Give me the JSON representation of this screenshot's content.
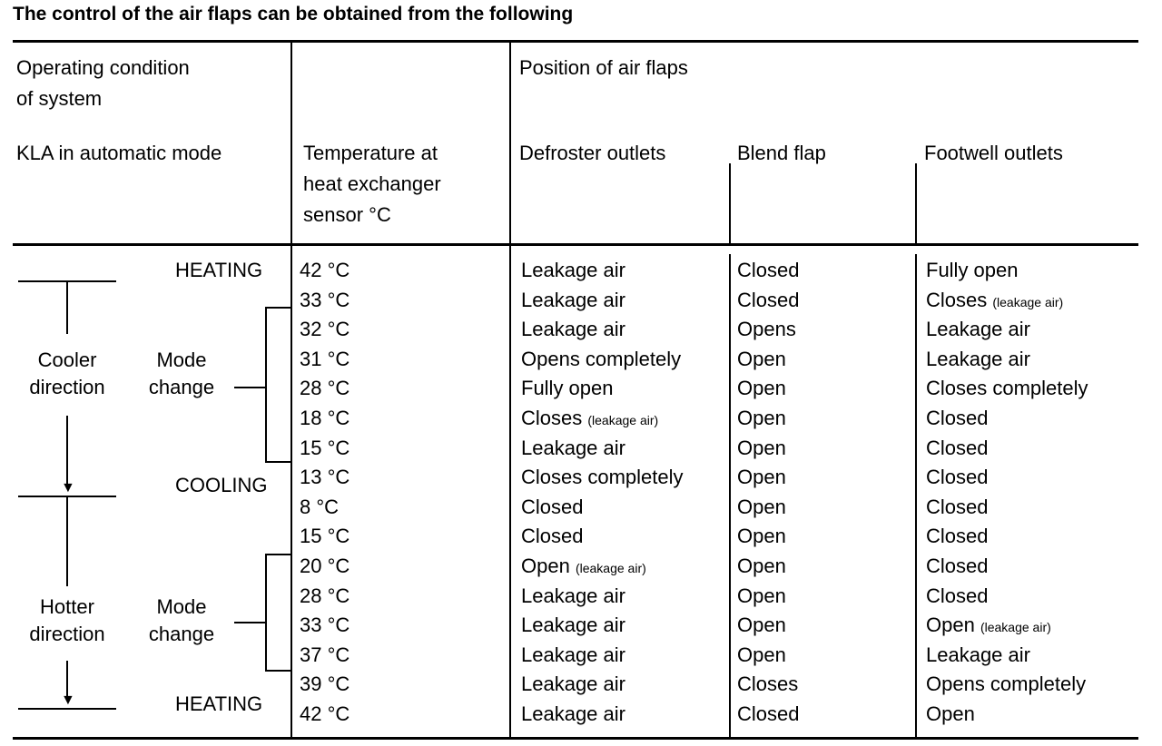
{
  "title": "The control of the air flaps can be obtained from the following",
  "headers": {
    "operating_condition_line1": "Operating condition",
    "operating_condition_line2": "of system",
    "kla_mode": "KLA in automatic mode",
    "temp_line1": "Temperature at",
    "temp_line2": "heat exchanger",
    "temp_line3": "sensor °C",
    "position": "Position of air flaps",
    "defroster": "Defroster outlets",
    "blend": "Blend flap",
    "footwell": "Footwell outlets"
  },
  "side_labels": {
    "heating_top": "HEATING",
    "cooling": "COOLING",
    "heating_bottom": "HEATING",
    "cooler_line1": "Cooler",
    "cooler_line2": "direction",
    "mode1_line1": "Mode",
    "mode1_line2": "change",
    "hotter_line1": "Hotter",
    "hotter_line2": "direction",
    "mode2_line1": "Mode",
    "mode2_line2": "change"
  },
  "rows": [
    {
      "temp": "42 °C",
      "defroster": "Leakage air",
      "defroster_note": "",
      "blend": "Closed",
      "footwell": "Fully open",
      "footwell_note": ""
    },
    {
      "temp": "33 °C",
      "defroster": "Leakage air",
      "defroster_note": "",
      "blend": "Closed",
      "footwell": "Closes",
      "footwell_note": "(leakage air)"
    },
    {
      "temp": "32 °C",
      "defroster": "Leakage air",
      "defroster_note": "",
      "blend": "Opens",
      "footwell": "Leakage air",
      "footwell_note": ""
    },
    {
      "temp": "31 °C",
      "defroster": "Opens completely",
      "defroster_note": "",
      "blend": "Open",
      "footwell": "Leakage air",
      "footwell_note": ""
    },
    {
      "temp": "28 °C",
      "defroster": "Fully open",
      "defroster_note": "",
      "blend": "Open",
      "footwell": "Closes completely",
      "footwell_note": ""
    },
    {
      "temp": "18 °C",
      "defroster": "Closes",
      "defroster_note": "(leakage air)",
      "blend": "Open",
      "footwell": "Closed",
      "footwell_note": ""
    },
    {
      "temp": "15 °C",
      "defroster": "Leakage air",
      "defroster_note": "",
      "blend": "Open",
      "footwell": "Closed",
      "footwell_note": ""
    },
    {
      "temp": "13 °C",
      "defroster": "Closes completely",
      "defroster_note": "",
      "blend": "Open",
      "footwell": "Closed",
      "footwell_note": ""
    },
    {
      "temp": "8 °C",
      "defroster": "Closed",
      "defroster_note": "",
      "blend": "Open",
      "footwell": "Closed",
      "footwell_note": ""
    },
    {
      "temp": "15 °C",
      "defroster": "Closed",
      "defroster_note": "",
      "blend": "Open",
      "footwell": "Closed",
      "footwell_note": ""
    },
    {
      "temp": "20 °C",
      "defroster": "Open",
      "defroster_note": "(leakage air)",
      "blend": "Open",
      "footwell": "Closed",
      "footwell_note": ""
    },
    {
      "temp": "28 °C",
      "defroster": "Leakage air",
      "defroster_note": "",
      "blend": "Open",
      "footwell": "Closed",
      "footwell_note": ""
    },
    {
      "temp": "33 °C",
      "defroster": "Leakage air",
      "defroster_note": "",
      "blend": "Open",
      "footwell": "Open",
      "footwell_note": "(leakage air)"
    },
    {
      "temp": "37 °C",
      "defroster": "Leakage air",
      "defroster_note": "",
      "blend": "Open",
      "footwell": "Leakage air",
      "footwell_note": ""
    },
    {
      "temp": "39 °C",
      "defroster": "Leakage air",
      "defroster_note": "",
      "blend": "Closes",
      "footwell": "Opens completely",
      "footwell_note": ""
    },
    {
      "temp": "42 °C",
      "defroster": "Leakage air",
      "defroster_note": "",
      "blend": "Closed",
      "footwell": "Open",
      "footwell_note": ""
    }
  ]
}
